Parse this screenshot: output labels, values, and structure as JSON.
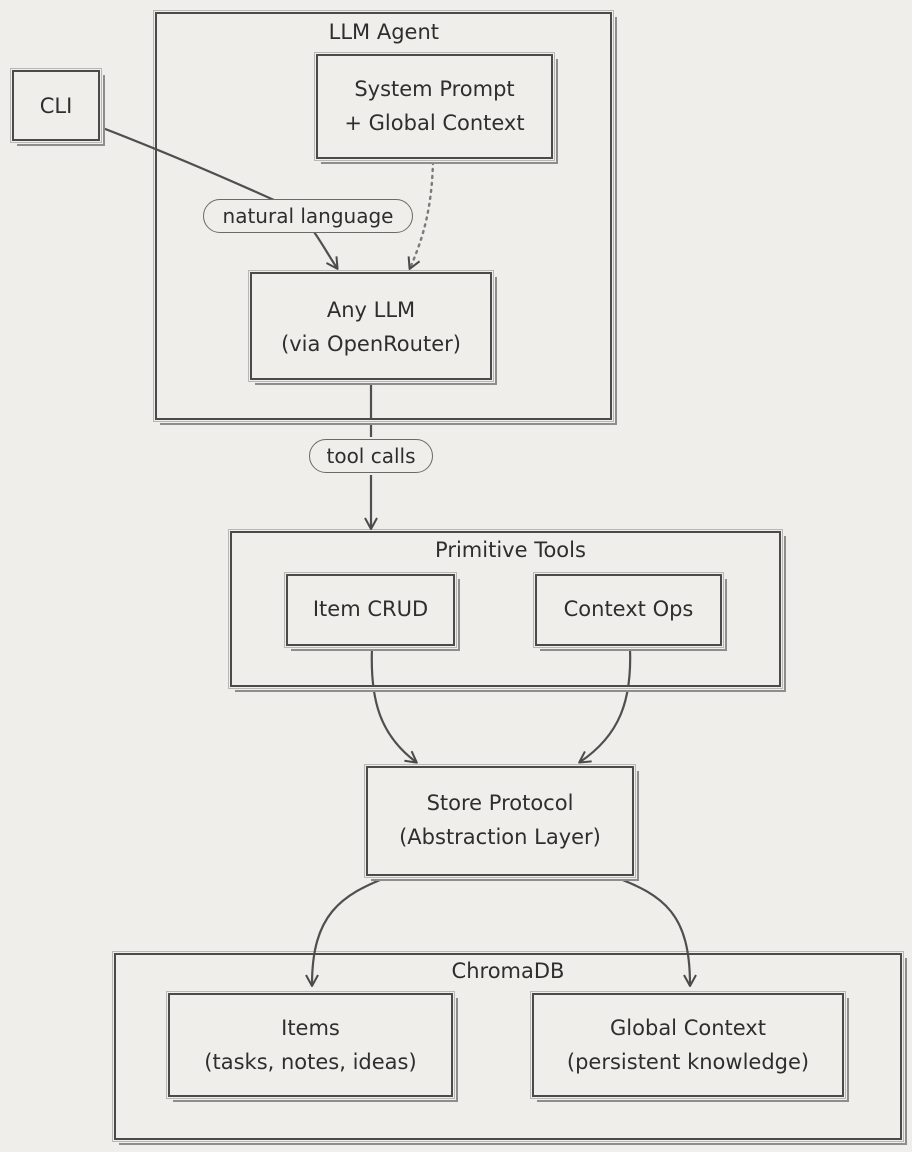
{
  "diagram": {
    "llm_agent": {
      "title": "LLM Agent",
      "system_prompt": [
        "System Prompt",
        "+ Global Context"
      ],
      "any_llm": [
        "Any LLM",
        "(via OpenRouter)"
      ]
    },
    "cli": "CLI",
    "edge_labels": {
      "natural_language": "natural language",
      "tool_calls": "tool calls"
    },
    "primitive_tools": {
      "title": "Primitive Tools",
      "item_crud": "Item CRUD",
      "context_ops": "Context Ops"
    },
    "store_protocol": [
      "Store Protocol",
      "(Abstraction Layer)"
    ],
    "chromadb": {
      "title": "ChromaDB",
      "items": [
        "Items",
        "(tasks, notes, ideas)"
      ],
      "global_context": [
        "Global Context",
        "(persistent knowledge)"
      ]
    }
  }
}
